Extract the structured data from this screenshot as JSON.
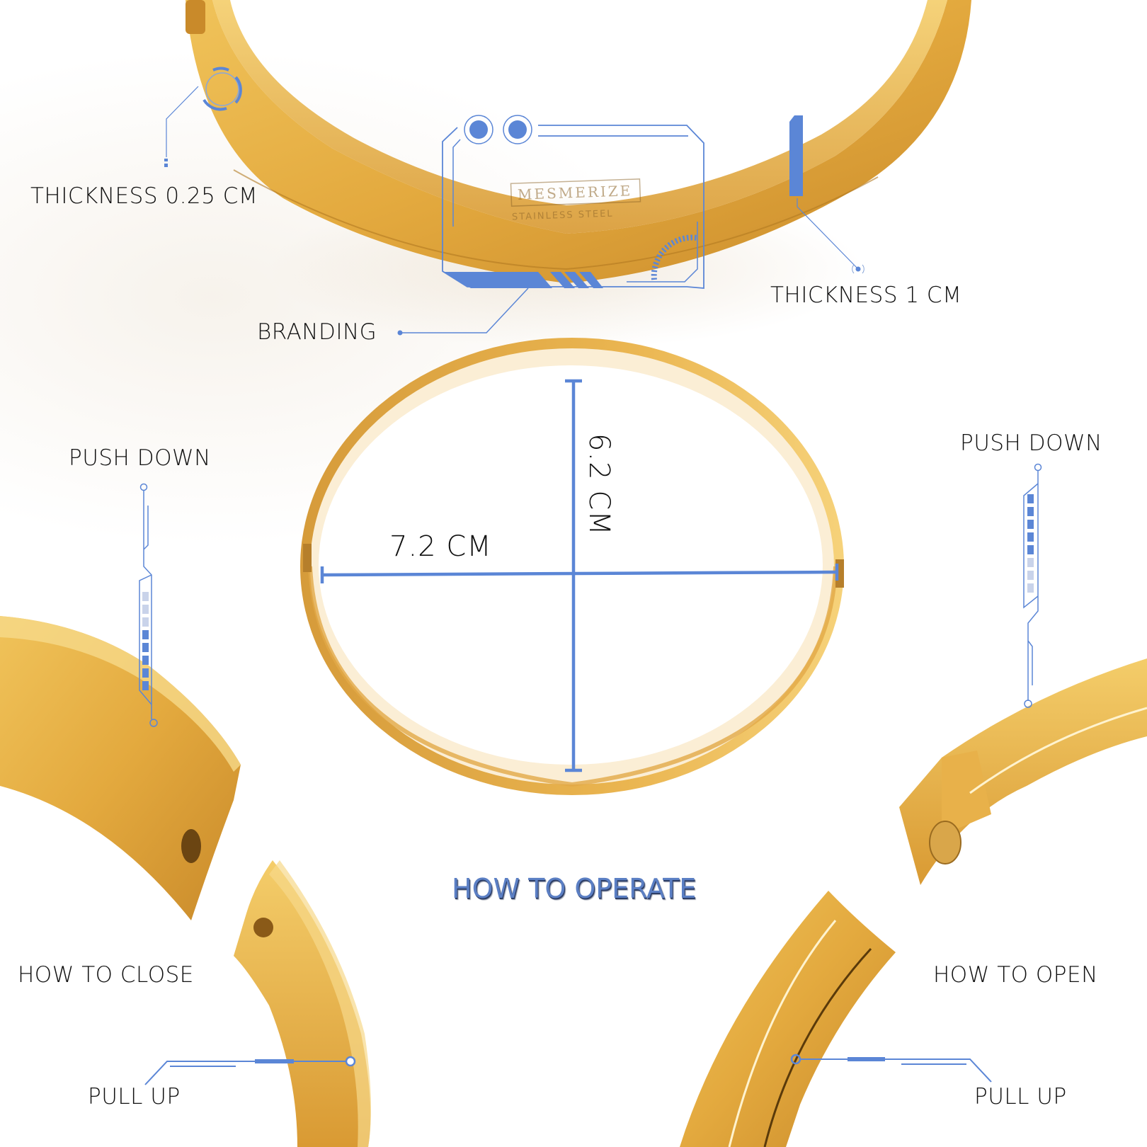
{
  "product": {
    "engraving_brand": "MESMERIZE",
    "engraving_material": "STAINLESS STEEL"
  },
  "callouts": {
    "thickness_thin": "THICKNESS 0.25 CM",
    "thickness_wide": "THICKNESS 1 CM",
    "branding": "BRANDING"
  },
  "dimensions": {
    "width": "7.2 CM",
    "height": "6.2 CM"
  },
  "operation": {
    "title": "HOW TO OPERATE",
    "close": {
      "heading": "HOW TO CLOSE",
      "step_top": "PUSH DOWN",
      "step_bottom": "PULL UP"
    },
    "open": {
      "heading": "HOW TO OPEN",
      "step_top": "PUSH DOWN",
      "step_bottom": "PULL UP"
    }
  },
  "colors": {
    "annotation_blue": "#5b86d6",
    "gold": "#e8b144",
    "text": "#111111"
  }
}
